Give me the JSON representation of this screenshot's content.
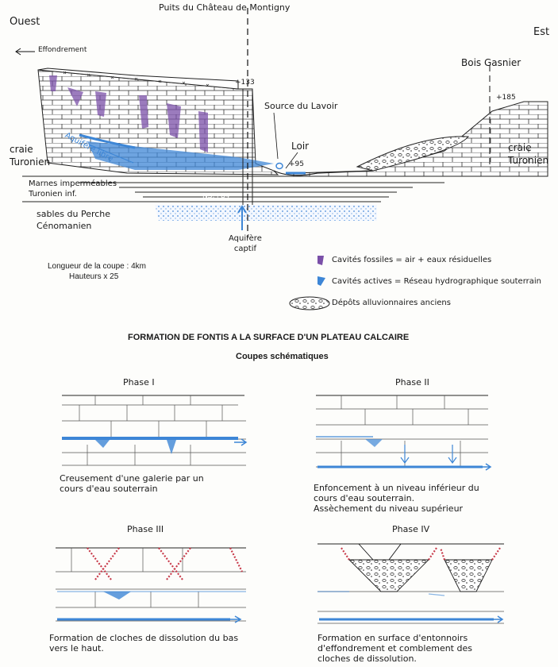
{
  "section": {
    "west": "Ouest",
    "east": "Est",
    "puits": "Puits du Château de Montigny",
    "effondrement": "Effondrement",
    "alt_133": "+133",
    "alt_185": "+185",
    "alt_95": "+95",
    "nsp": "NS:+84",
    "source": "Source du Lavoir",
    "bois": "Bois Gasnier",
    "loir": "Loir",
    "aquifere_libre": "Aquifère libre",
    "craie_w_1": "craie",
    "craie_w_2": "Turonien",
    "craie_e_1": "craie",
    "craie_e_2": "Turonien",
    "marnes_1": "Marnes imperméables",
    "marnes_2": "Turonien inf.",
    "sables_1": "sables du Perche",
    "sables_2": "Cénomanien",
    "aquifere_captif_1": "Aquifère",
    "aquifere_captif_2": "captif",
    "longueur": "Longueur de la coupe : 4km",
    "hauteurs": "Hauteurs x 25"
  },
  "legend": {
    "fossiles": "Cavités fossiles = air + eaux résiduelles",
    "actives": "Cavités actives = Réseau hydrographique souterrain",
    "depots": "Dépôts alluvionnaires anciens"
  },
  "formation": {
    "title": "FORMATION DE FONTIS A LA SURFACE D'UN PLATEAU CALCAIRE",
    "subtitle": "Coupes schématiques"
  },
  "phases": [
    {
      "label": "Phase I",
      "caption": [
        "Creusement d'une galerie par un",
        "cours d'eau souterrain"
      ]
    },
    {
      "label": "Phase II",
      "caption": [
        "Enfoncement à un niveau inférieur du",
        "cours d'eau souterrain.",
        "Assèchement du niveau supérieur"
      ]
    },
    {
      "label": "Phase III",
      "caption": [
        "Formation de cloches de dissolution du bas",
        "vers le haut."
      ]
    },
    {
      "label": "Phase IV",
      "caption": [
        "Formation en surface d'entonnoirs",
        "d'effondrement et comblement des",
        "cloches de dissolution."
      ]
    }
  ],
  "colors": {
    "purple": "#7a4fa8",
    "blue": "#3d86d6",
    "red": "#c83a4a",
    "ink": "#1a1a1a"
  }
}
